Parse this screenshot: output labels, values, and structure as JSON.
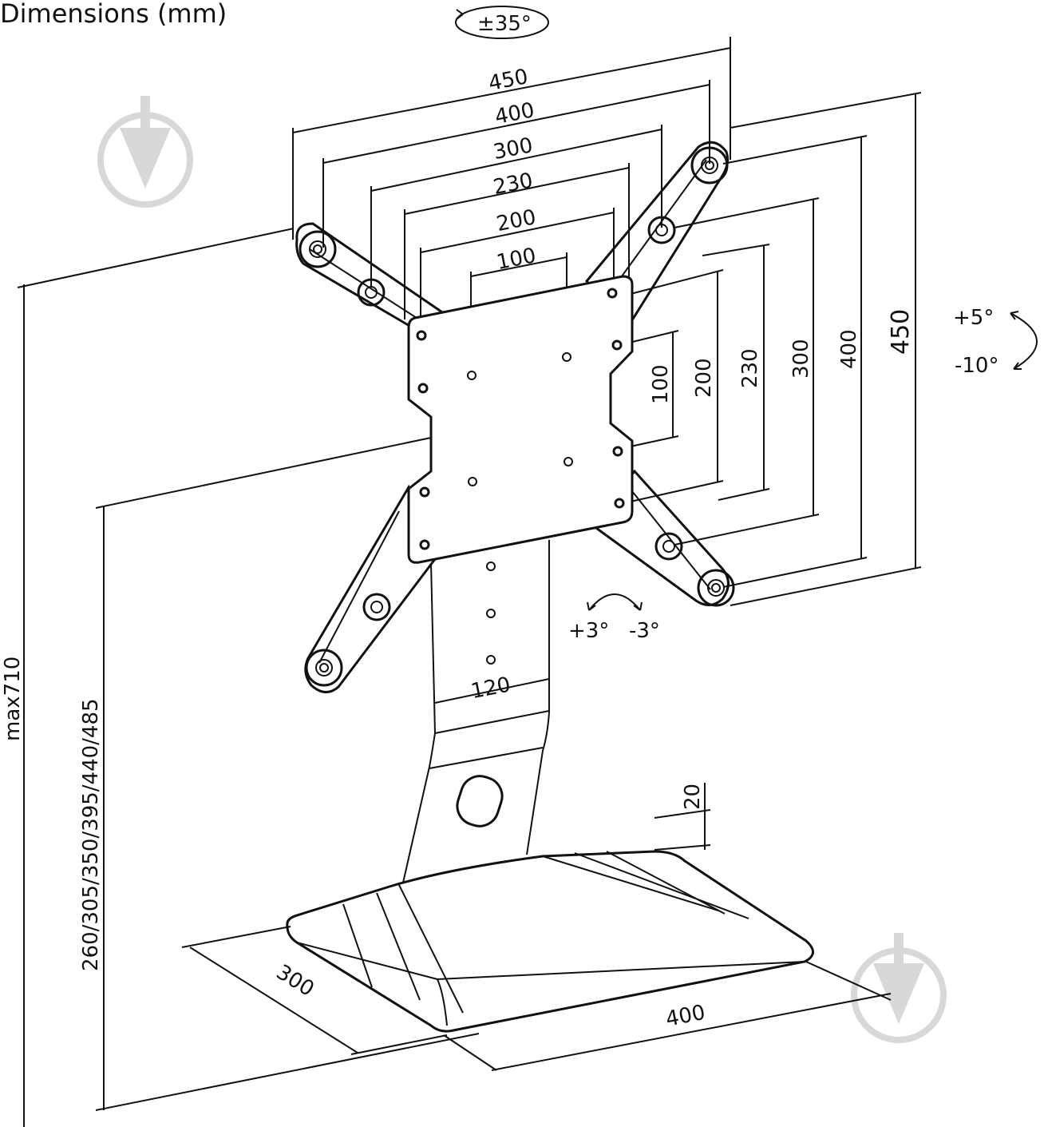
{
  "title": "Dimensions (mm)",
  "swivel": "±35°",
  "tilt_up": "+5°",
  "tilt_down": "-10°",
  "rotate_plus": "+3°",
  "rotate_minus": "-3°",
  "vesa_horizontal": [
    "450",
    "400",
    "300",
    "230",
    "200",
    "100"
  ],
  "vesa_vertical": [
    "100",
    "200",
    "230",
    "300",
    "400",
    "450"
  ],
  "pole_width": "120",
  "base_thickness": "20",
  "base_depth": "300",
  "base_width": "400",
  "max_height": "max710",
  "height_positions": "260/305/350/395/440/485",
  "colors": {
    "line": "#111111",
    "watermark": "#d8d8d8"
  },
  "icons": [
    "watermark-logo-icon",
    "watermark-logo-icon",
    "swivel-arrow-icon",
    "tilt-arrow-icon",
    "rotate-arrow-icon"
  ]
}
